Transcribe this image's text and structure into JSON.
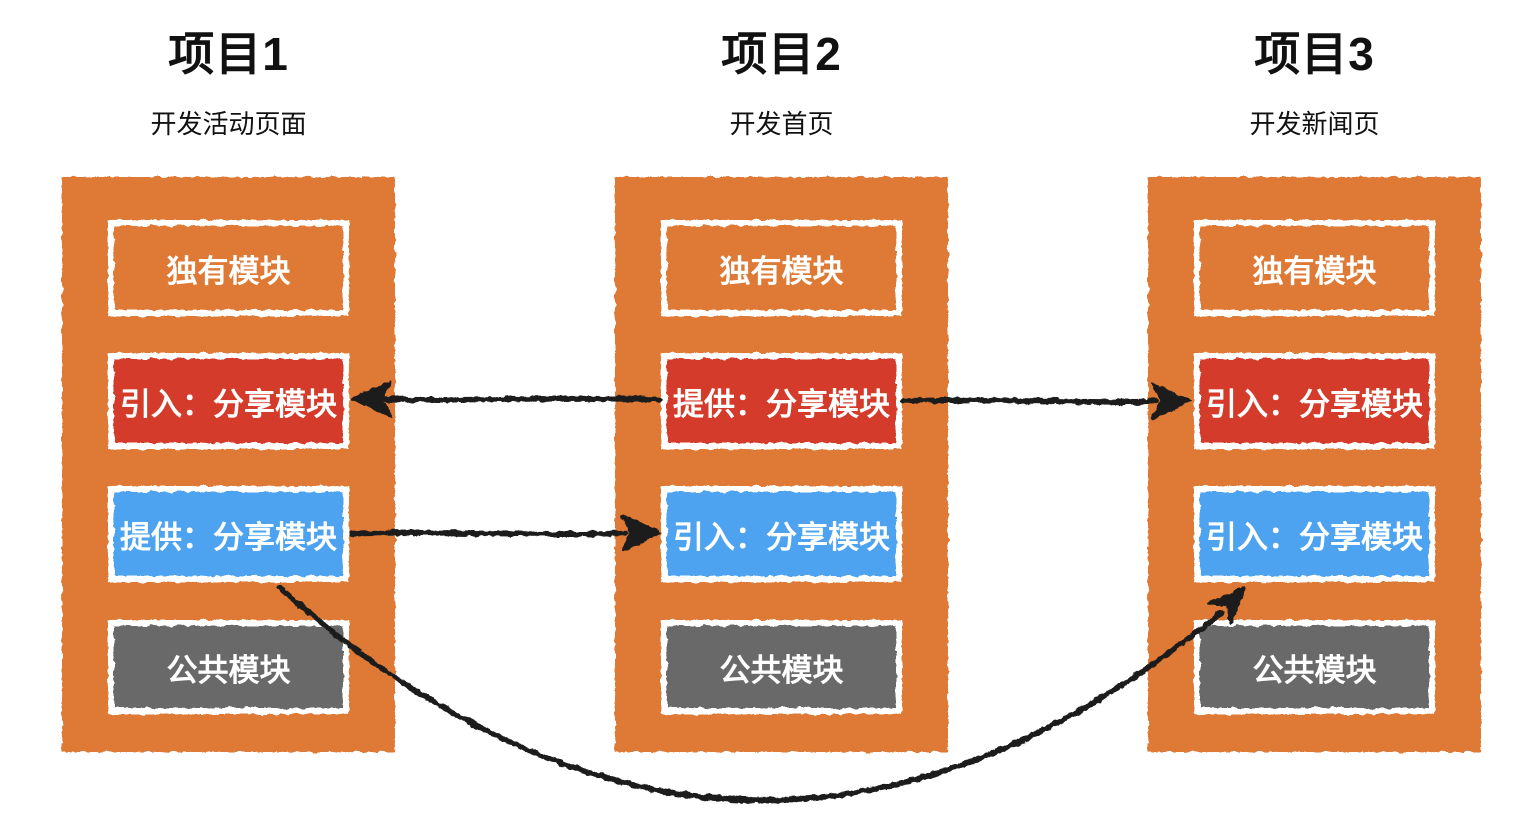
{
  "palette": {
    "orange": "#de7a36",
    "red": "#d53a2a",
    "blue": "#4ea3ef",
    "gray": "#696969",
    "arrow": "#1b1b1b",
    "title": "#111111",
    "module-text": "#ffffff",
    "background": "#ffffff"
  },
  "projects": [
    {
      "title": "项目1",
      "subtitle": "开发活动页面",
      "modules": [
        {
          "label": "独有模块",
          "color": "orange"
        },
        {
          "label": "引入：分享模块",
          "color": "red"
        },
        {
          "label": "提供：分享模块",
          "color": "blue"
        },
        {
          "label": "公共模块",
          "color": "gray"
        }
      ]
    },
    {
      "title": "项目2",
      "subtitle": "开发首页",
      "modules": [
        {
          "label": "独有模块",
          "color": "orange"
        },
        {
          "label": "提供：分享模块",
          "color": "red"
        },
        {
          "label": "引入：分享模块",
          "color": "blue"
        },
        {
          "label": "公共模块",
          "color": "gray"
        }
      ]
    },
    {
      "title": "项目3",
      "subtitle": "开发新闻页",
      "modules": [
        {
          "label": "独有模块",
          "color": "orange"
        },
        {
          "label": "引入：分享模块",
          "color": "red"
        },
        {
          "label": "引入：分享模块",
          "color": "blue"
        },
        {
          "label": "公共模块",
          "color": "gray"
        }
      ]
    }
  ],
  "arrows": [
    {
      "name": "red-share-to-project1",
      "from": "项目2 提供：分享模块",
      "to": "项目1 引入：分享模块"
    },
    {
      "name": "red-share-to-project3",
      "from": "项目2 提供：分享模块",
      "to": "项目3 引入：分享模块"
    },
    {
      "name": "blue-share-to-project2",
      "from": "项目1 提供：分享模块",
      "to": "项目2 引入：分享模块"
    },
    {
      "name": "blue-share-to-project3",
      "from": "项目1 提供：分享模块",
      "to": "项目3 引入：分享模块"
    }
  ]
}
